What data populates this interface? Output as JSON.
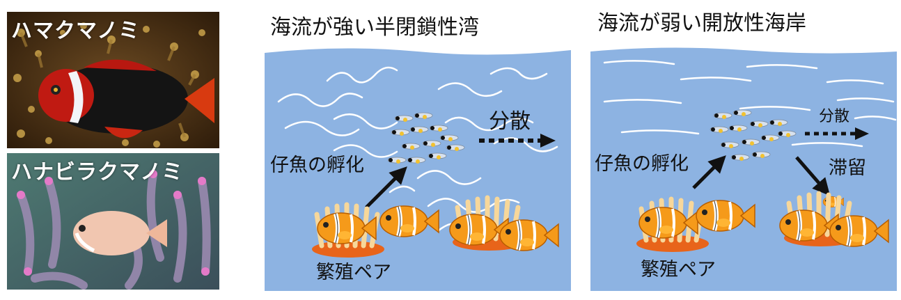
{
  "photos": {
    "top_label": "ハマクマノミ",
    "bottom_label": "ハナビラクマノミ"
  },
  "left_panel": {
    "title": "海流が強い半閉鎖性湾",
    "hatch_label": "仔魚の孵化",
    "disperse_label": "分散",
    "pair_label": "繁殖ペア"
  },
  "right_panel": {
    "title": "海流が弱い開放性海岸",
    "hatch_label": "仔魚の孵化",
    "disperse_label": "分散",
    "retain_label": "滞留",
    "pair_label": "繁殖ペア"
  },
  "colors": {
    "water": "#8db3e2",
    "fish_orange": "#f59a1a",
    "anemone_base": "#e8641a",
    "tentacle": "#f7d79a"
  }
}
